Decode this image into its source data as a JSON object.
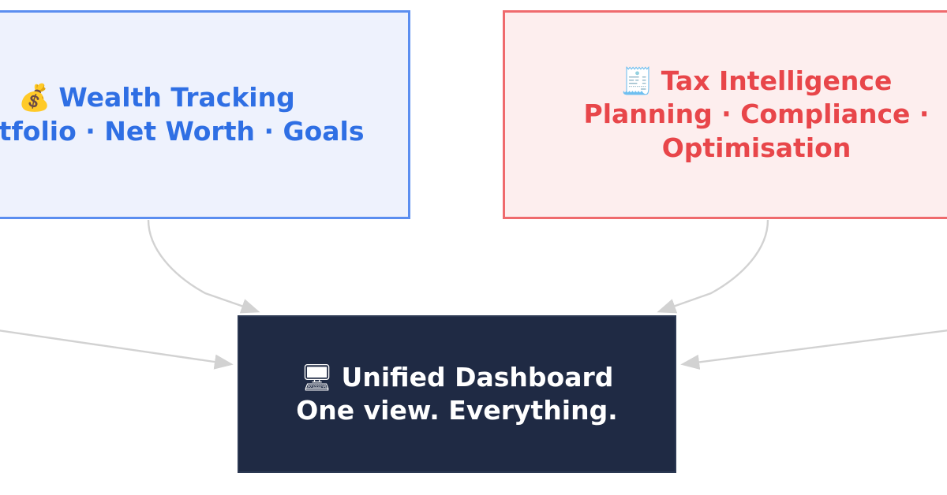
{
  "diagram": {
    "type": "flowchart",
    "background_color": "#ffffff",
    "edge_color": "#d0d0d0",
    "nodes": [
      {
        "id": "wealth",
        "icon": "money-bag-icon",
        "icon_glyph": "💰",
        "title": "Wealth Tracking",
        "subtitle": "Portfolio · Net Worth · Goals",
        "fill": "#eef2fd",
        "border": "#5b8ef0",
        "text_color": "#2f6fe4"
      },
      {
        "id": "tax",
        "icon": "receipt-icon",
        "icon_glyph": "🧾",
        "title": "Tax Intelligence",
        "subtitle": "Planning · Compliance · Optimisation",
        "fill": "#fdeeee",
        "border": "#ef6a6d",
        "text_color": "#e8464a"
      },
      {
        "id": "dashboard",
        "icon": "desktop-computer-icon",
        "icon_glyph": "🖥",
        "title": "Unified Dashboard",
        "subtitle": "One view. Everything.",
        "fill": "#1f2a44",
        "border": "#2b3852",
        "text_color": "#ffffff"
      }
    ],
    "edges": [
      {
        "from": "wealth",
        "to": "dashboard",
        "style": "curved-arrow"
      },
      {
        "from": "tax",
        "to": "dashboard",
        "style": "curved-arrow"
      },
      {
        "from": "offscreen-left",
        "to": "dashboard",
        "style": "straight-arrow"
      },
      {
        "from": "offscreen-right",
        "to": "dashboard",
        "style": "straight-arrow"
      }
    ]
  }
}
